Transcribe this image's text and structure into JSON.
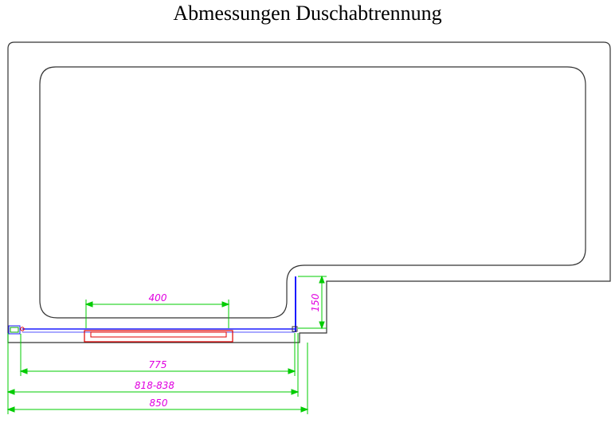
{
  "title": "Abmessungen Duschabtrennung",
  "colors": {
    "outline": "#333333",
    "dimension": "#00cc00",
    "dimension_text": "#e000e0",
    "panel_blue": "#1a1aff",
    "panel_red": "#e00000"
  },
  "dimensions": {
    "fixed_panel": "400",
    "inner_width": "775",
    "adjust_range": "818-838",
    "total_width": "850",
    "return_height": "150"
  }
}
